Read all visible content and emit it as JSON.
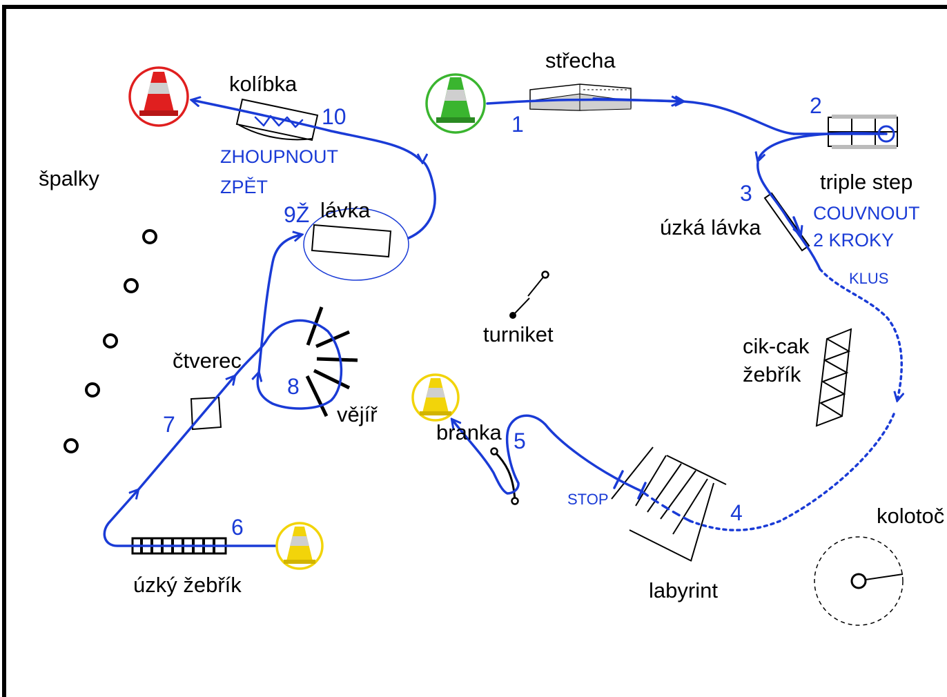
{
  "colors": {
    "route": "#1a3bd6",
    "cone_red": "#e01f1f",
    "cone_green": "#3ab52f",
    "cone_yellow": "#f2d40a",
    "ink": "#000000"
  },
  "stations": {
    "strecha": "střecha",
    "kolibka": "kolíbka",
    "triple_step": "triple step",
    "uzka_lavka": "úzká lávka",
    "spalky": "špalky",
    "lavka": "lávka",
    "turniket": "turniket",
    "cik_cak_line1": "cik-cak",
    "cik_cak_line2": "žebřík",
    "ctverec": "čtverec",
    "vejir": "vějíř",
    "branka": "branka",
    "labyrint": "labyrint",
    "uzky_zebrik": "úzký žebřík",
    "kolotoc": "kolotoč"
  },
  "numbers": {
    "n1": "1",
    "n2": "2",
    "n3": "3",
    "n4": "4",
    "n5": "5",
    "n6": "6",
    "n7": "7",
    "n8": "8",
    "n9": "9Ž",
    "n10": "10"
  },
  "notes": {
    "zhoupnout": "ZHOUPNOUT",
    "zpet": "ZPĚT",
    "couvnout": "COUVNOUT",
    "dva_kroky": "2 KROKY",
    "klus": "KLUS",
    "stop": "STOP"
  },
  "icons": [
    "cone-icon",
    "log-icon",
    "turnstile-icon",
    "gate-icon",
    "carousel-icon"
  ]
}
